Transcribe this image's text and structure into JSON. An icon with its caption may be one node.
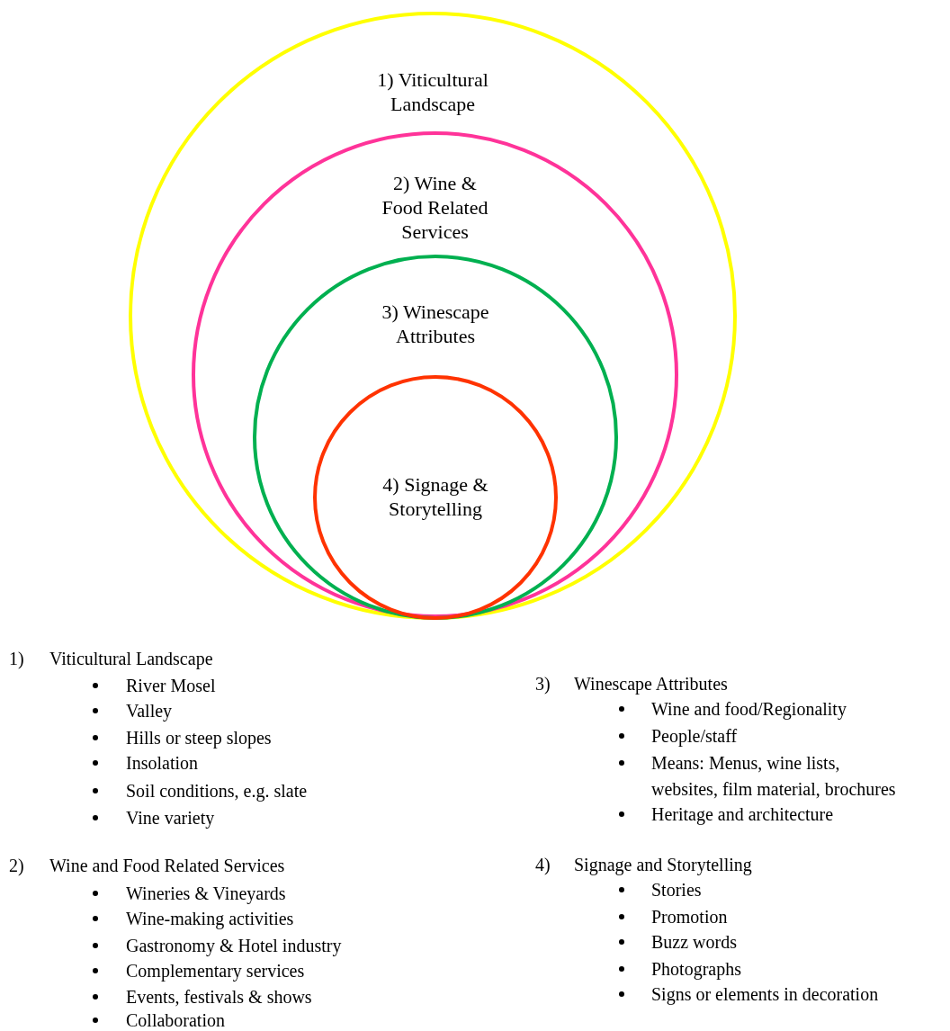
{
  "diagram": {
    "nodes": [
      {
        "text": [
          "1) Viticultural Landscape"
        ]
      },
      {
        "text": [
          "2) Wine & Food Related Services"
        ],
        "in": 0
      },
      {
        "text": [
          "3) Winescape Attributes"
        ],
        "in": 1
      },
      {
        "text": [
          "4) Signage & Storytelling"
        ],
        "in": 2
      }
    ],
    "labels": [
      "1)",
      "Viticultural Landscape",
      "River Mosel",
      "Valley",
      "Hills or steep slopes",
      "Insolation",
      "Soil conditions, e.g. slate",
      "Vine variety",
      "2)",
      "Wine and Food Related Services",
      "Wineries & Vineyards",
      "Wine-making activities",
      "Gastronomy & Hotel industry",
      "Complementary services",
      "Events, festivals & shows",
      "Collaboration",
      "3)",
      "Winescape Attributes",
      "Wine and food/Regionality",
      "People/staff",
      "Means: Menus, wine lists, websites, film material, brochures",
      "Heritage and architecture",
      "4)",
      "Signage and Storytelling",
      "Stories",
      "Promotion",
      "Buzz words",
      "Photographs",
      "Signs or elements in decoration"
    ]
  }
}
